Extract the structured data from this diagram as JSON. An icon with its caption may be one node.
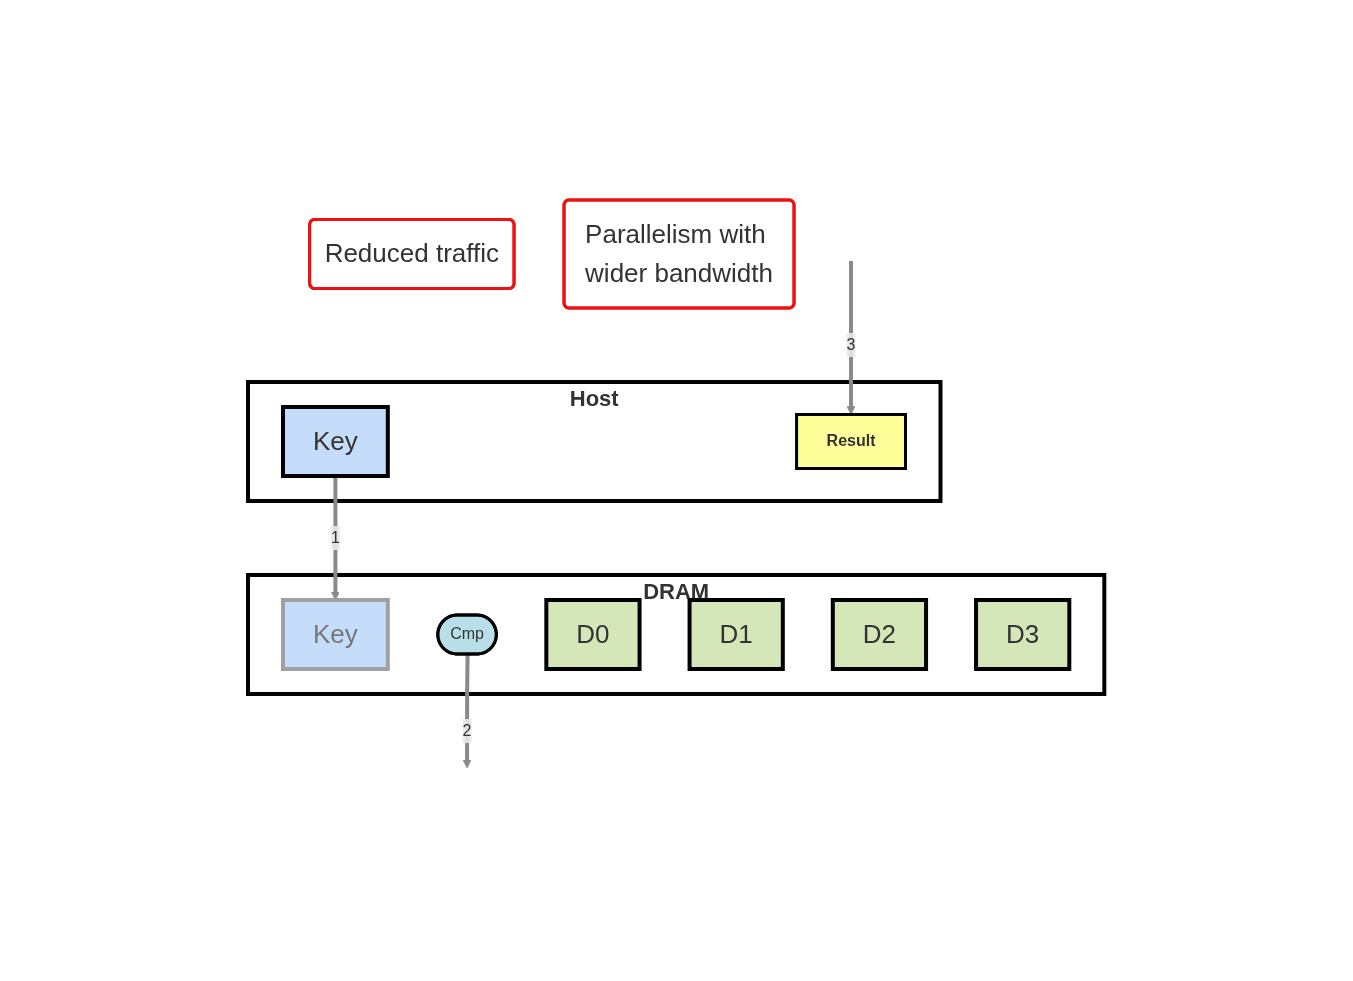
{
  "diagram": {
    "nodes": [
      {
        "text": [
          "Host"
        ]
      },
      {
        "text": [
          "Key"
        ],
        "in": 0
      },
      {
        "text": [
          "Result"
        ],
        "in": 0
      },
      {
        "text": [
          "DRAM"
        ]
      },
      {
        "text": [
          "Key"
        ],
        "in": 3
      },
      {
        "text": [
          "Cmp"
        ],
        "in": 3
      },
      {
        "text": [
          "D0"
        ],
        "in": 3
      },
      {
        "text": [
          "D1"
        ],
        "in": 3
      },
      {
        "text": [
          "D2"
        ],
        "in": 3
      },
      {
        "text": [
          "D3"
        ],
        "in": 3
      },
      {
        "text": [
          "Reduced traffic"
        ]
      },
      {
        "text": [
          "Parallelism with wider bandwidth"
        ]
      }
    ],
    "edges": [
      {
        "from": 1,
        "to": 4,
        "arrow": "to",
        "label": "1"
      },
      {
        "from": 5,
        "to": null,
        "arrow": "to",
        "label": "2"
      },
      {
        "from": null,
        "to": 2,
        "arrow": "to",
        "label": "3"
      }
    ]
  }
}
